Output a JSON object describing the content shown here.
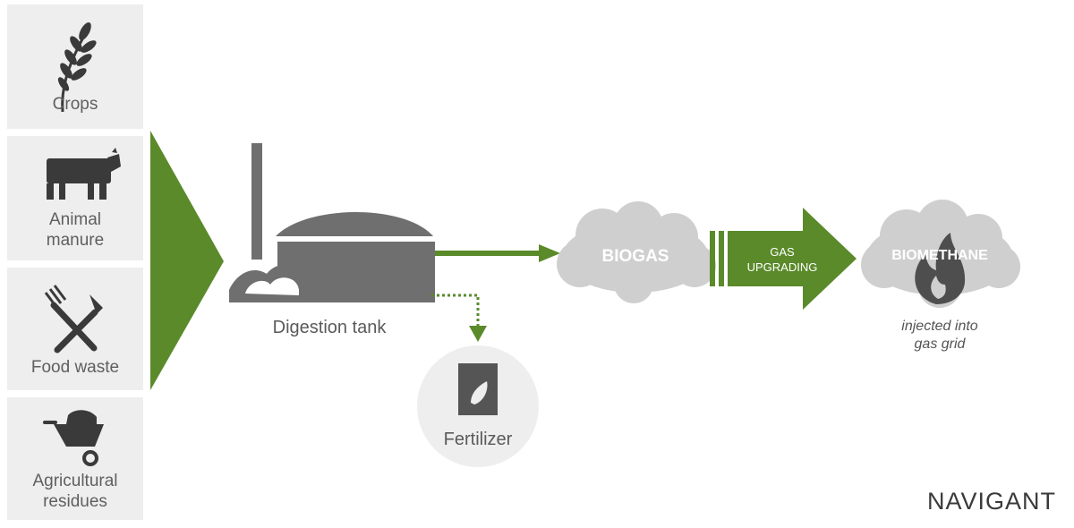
{
  "inputs": [
    {
      "label": "Crops",
      "icon": "wheat-icon"
    },
    {
      "label": "Animal\nmanure",
      "icon": "cow-icon"
    },
    {
      "label": "Food waste",
      "icon": "fork-knife-icon"
    },
    {
      "label": "Agricultural\nresidues",
      "icon": "wheelbarrow-icon"
    }
  ],
  "digestion": {
    "label": "Digestion tank"
  },
  "fertilizer": {
    "label": "Fertilizer"
  },
  "biogas": {
    "label": "BIOGAS"
  },
  "upgrading": {
    "line1": "GAS",
    "line2": "UPGRADING"
  },
  "biomethane": {
    "label": "BIOMETHANE",
    "note_line1": "injected into",
    "note_line2": "gas grid"
  },
  "logo": {
    "text": "NAVIGANT"
  },
  "colors": {
    "green": "#5a8a2a",
    "gray": "#7b7b7b",
    "cloud": "#cfcfcf",
    "tile": "#eeeeee"
  }
}
